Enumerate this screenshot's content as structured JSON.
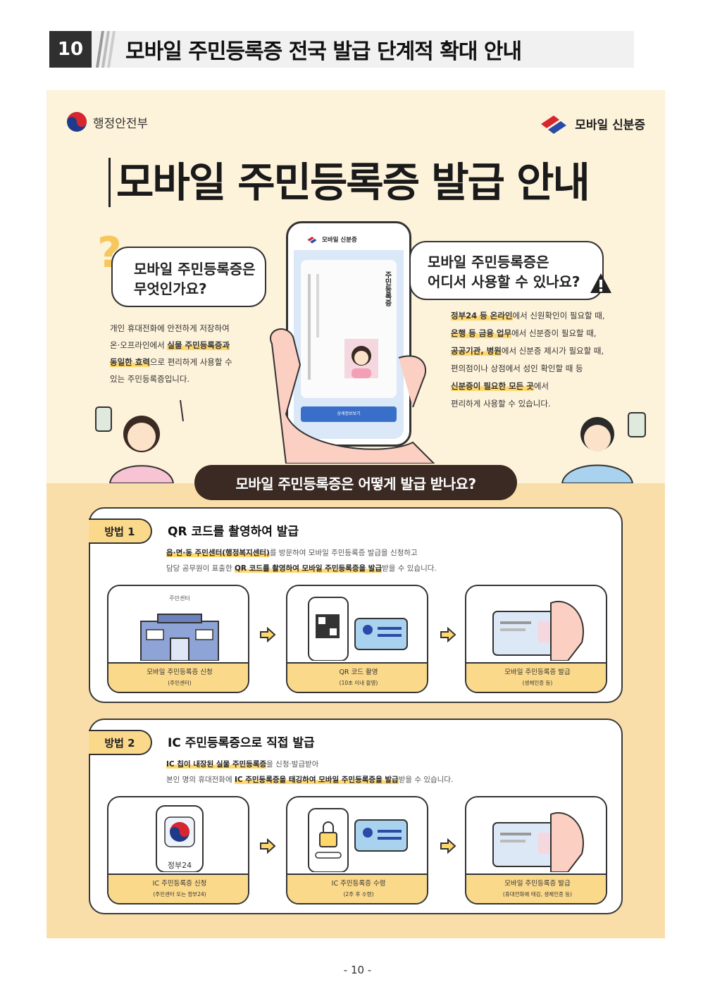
{
  "header": {
    "number": "10",
    "title": "모바일 주민등록증 전국 발급 단계적 확대 안내"
  },
  "poster": {
    "ministry": "행정안전부",
    "mobile_id": "모바일 신분증",
    "title": "모바일 주민등록증 발급 안내",
    "question_left": [
      "모바일 주민등록증은",
      "무엇인가요?"
    ],
    "desc_left": {
      "p1": "개인 휴대전화에 안전하게 저장하여",
      "p2": "온·오프라인에서 ",
      "h1": "실물 주민등록증과",
      "h2": "동일한 효력",
      "p3": "으로 편리하게 사용할 수",
      "p4": "있는 주민등록증입니다."
    },
    "question_right": [
      "모바일 주민등록증은",
      "어디서 사용할 수 있나요?"
    ],
    "desc_right": {
      "h1": "정부24 등 온라인",
      "p1": "에서 신원확인이 필요할 때,",
      "h2": "은행 등 금융 업무",
      "p2": "에서 신분증이 필요할 때,",
      "h3": "공공기관, 병원",
      "p3": "에서 신분증 제시가 필요할 때,",
      "p4": "편의점이나 상점에서 성인 확인할 때 등",
      "h4": "신분증이 필요한 모든 곳",
      "p5": "에서",
      "p6": "편리하게 사용할 수 있습니다."
    },
    "phone": {
      "app_name": "모바일 신분증",
      "card_title": "주민등록증",
      "button": "상세정보보기"
    },
    "how_banner": "모바일 주민등록증은 어떻게 발급 받나요?"
  },
  "methods": [
    {
      "tag": "방법 1",
      "title": "QR 코드를 촬영하여 발급",
      "line1_bold": "읍·면·동 주민센터(행정복지센터)",
      "line1_rest": "를 방문하여 모바일 주민등록증 발급을 신청하고",
      "line2_pre": "담당 공무원이 표출한 ",
      "line2_bold": "QR 코드를 촬영하여 모바일 주민등록증을 발급",
      "line2_rest": "받을 수 있습니다.",
      "steps": [
        {
          "label": "모바일 주민등록증 신청",
          "sub": "(주민센터)",
          "art_label": "주민센터"
        },
        {
          "label": "QR 코드 촬영",
          "sub": "(10초 이내 촬영)"
        },
        {
          "label": "모바일 주민등록증 발급",
          "sub": "(생체인증 등)"
        }
      ]
    },
    {
      "tag": "방법 2",
      "title": "IC 주민등록증으로 직접 발급",
      "line1_bold": "IC 칩이 내장된 실물 주민등록증",
      "line1_rest": "을 신청·발급받아",
      "line2_pre": "본인 명의 휴대전화에 ",
      "line2_bold": "IC 주민등록증을 태깅하여 모바일 주민등록증을 발급",
      "line2_rest": "받을 수 있습니다.",
      "steps": [
        {
          "label": "IC 주민등록증 신청",
          "sub": "(주민센터 또는 정부24)",
          "art_label": "정부24"
        },
        {
          "label": "IC 주민등록증 수령",
          "sub": "(2주 후 수령)"
        },
        {
          "label": "모바일 주민등록증 발급",
          "sub": "(휴대전화에 태깅, 생체인증 등)"
        }
      ]
    }
  ],
  "footer": "- 10 -",
  "colors": {
    "poster_bg": "#fdf2da",
    "lower_bg": "#f9deaa",
    "accent_yellow": "#fbd98b",
    "banner_brown": "#3a2a23",
    "brand_blue": "#2a4aa8",
    "brand_red": "#d8262f"
  }
}
